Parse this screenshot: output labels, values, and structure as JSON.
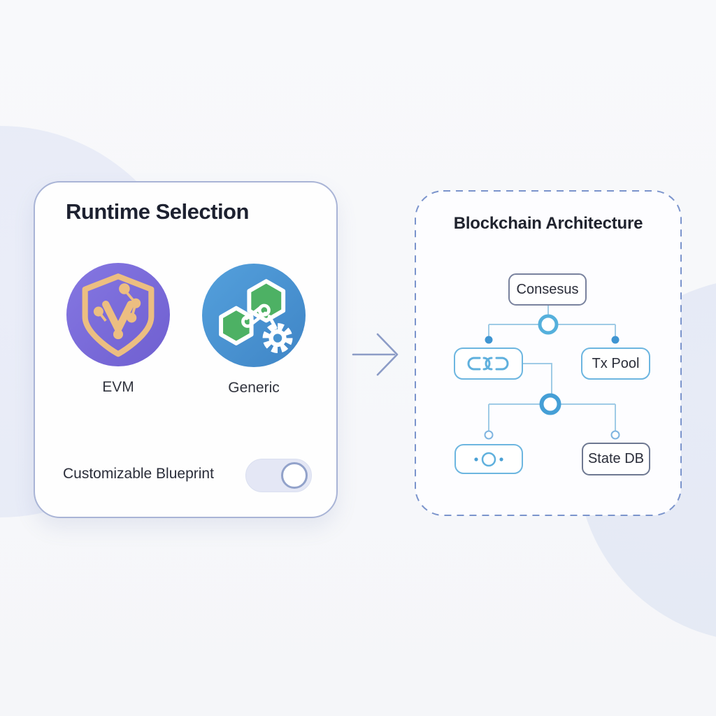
{
  "runtime": {
    "title": "Runtime Selection",
    "options": [
      {
        "label": "EVM",
        "icon": "shield-v-circuit-icon"
      },
      {
        "label": "Generic",
        "icon": "hexagon-chain-gear-icon"
      }
    ],
    "toggle_label": "Customizable Blueprint",
    "toggle_state": "on"
  },
  "architecture": {
    "title": "Blockchain Architecture",
    "nodes": {
      "consensus": "Consesus",
      "tx_pool": "Tx Pool",
      "state_db": "State DB",
      "chain_node_icon": "chain-link-icon",
      "network_node_icon": "node-dots-icon"
    }
  },
  "icons": {
    "flow_arrow": "right-arrow-icon"
  },
  "colors": {
    "evm_purple": "#7b6cd9",
    "shield_gold": "#ecbe81",
    "generic_blue": "#4793d2",
    "hexagon_green": "#4db164",
    "connector_blue": "#9fcbe6",
    "junction_ring": "#55b0dc",
    "branch_dot": "#3f95d2",
    "dashed_border": "#7b94cc",
    "card_border": "#a9b4d6",
    "arrow_gray": "#8c9cc6",
    "toggle_track": "#e4e7f5"
  }
}
